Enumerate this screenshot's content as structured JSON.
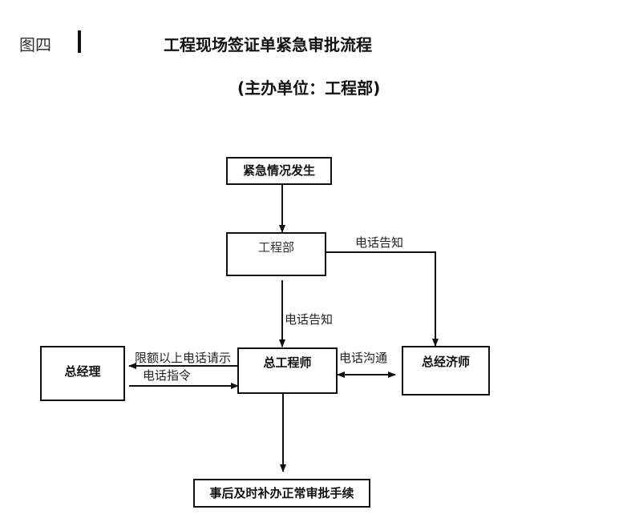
{
  "header": {
    "figure_label": "图四",
    "title": "工程现场签证单紧急审批流程",
    "subtitle": "(主办单位：工程部)"
  },
  "nodes": {
    "emergency": "紧急情况发生",
    "engineering_dept": "工程部",
    "chief_engineer": "总工程师",
    "general_manager": "总经理",
    "chief_economist": "总经济师",
    "followup": "事后及时补办正常审批手续"
  },
  "edges": {
    "dept_to_economist": "电话告知",
    "dept_to_engineer": "电话告知",
    "engineer_to_economist": "电话沟通",
    "engineer_to_manager": "限额以上电话请示",
    "manager_to_engineer": "电话指令"
  }
}
